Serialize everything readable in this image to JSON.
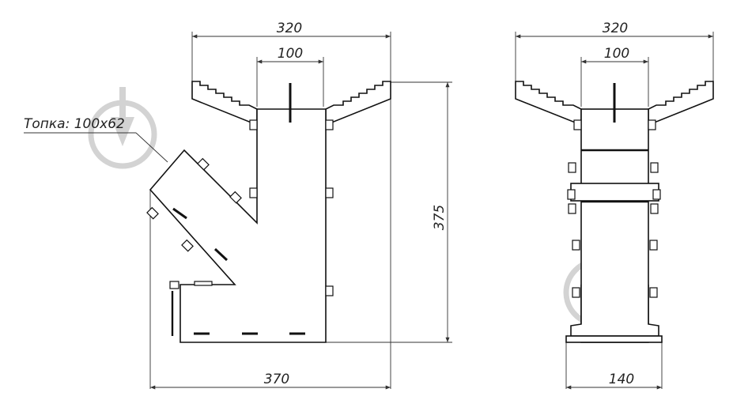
{
  "left_view": {
    "dim_top_outer": "320",
    "dim_top_inner": "100",
    "dim_height": "375",
    "dim_bottom": "370",
    "callout_label": "Топка: 100х62"
  },
  "right_view": {
    "dim_top_outer": "320",
    "dim_top_inner": "100",
    "dim_bottom": "140"
  }
}
